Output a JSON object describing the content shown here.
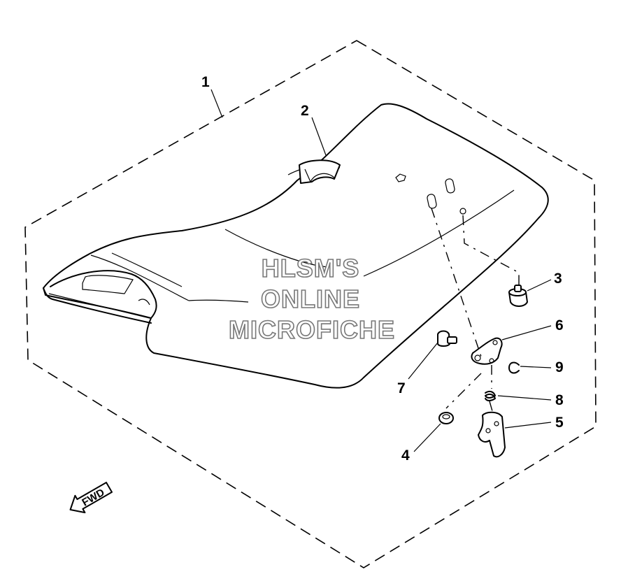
{
  "watermark": {
    "line1": "HLSM'S",
    "line2": "ONLINE",
    "line3": "MICROFICHE"
  },
  "callouts": {
    "c1": "1",
    "c2": "2",
    "c3": "3",
    "c4": "4",
    "c5": "5",
    "c6": "6",
    "c7": "7",
    "c8": "8",
    "c9": "9"
  },
  "direction_arrow": "FWD"
}
